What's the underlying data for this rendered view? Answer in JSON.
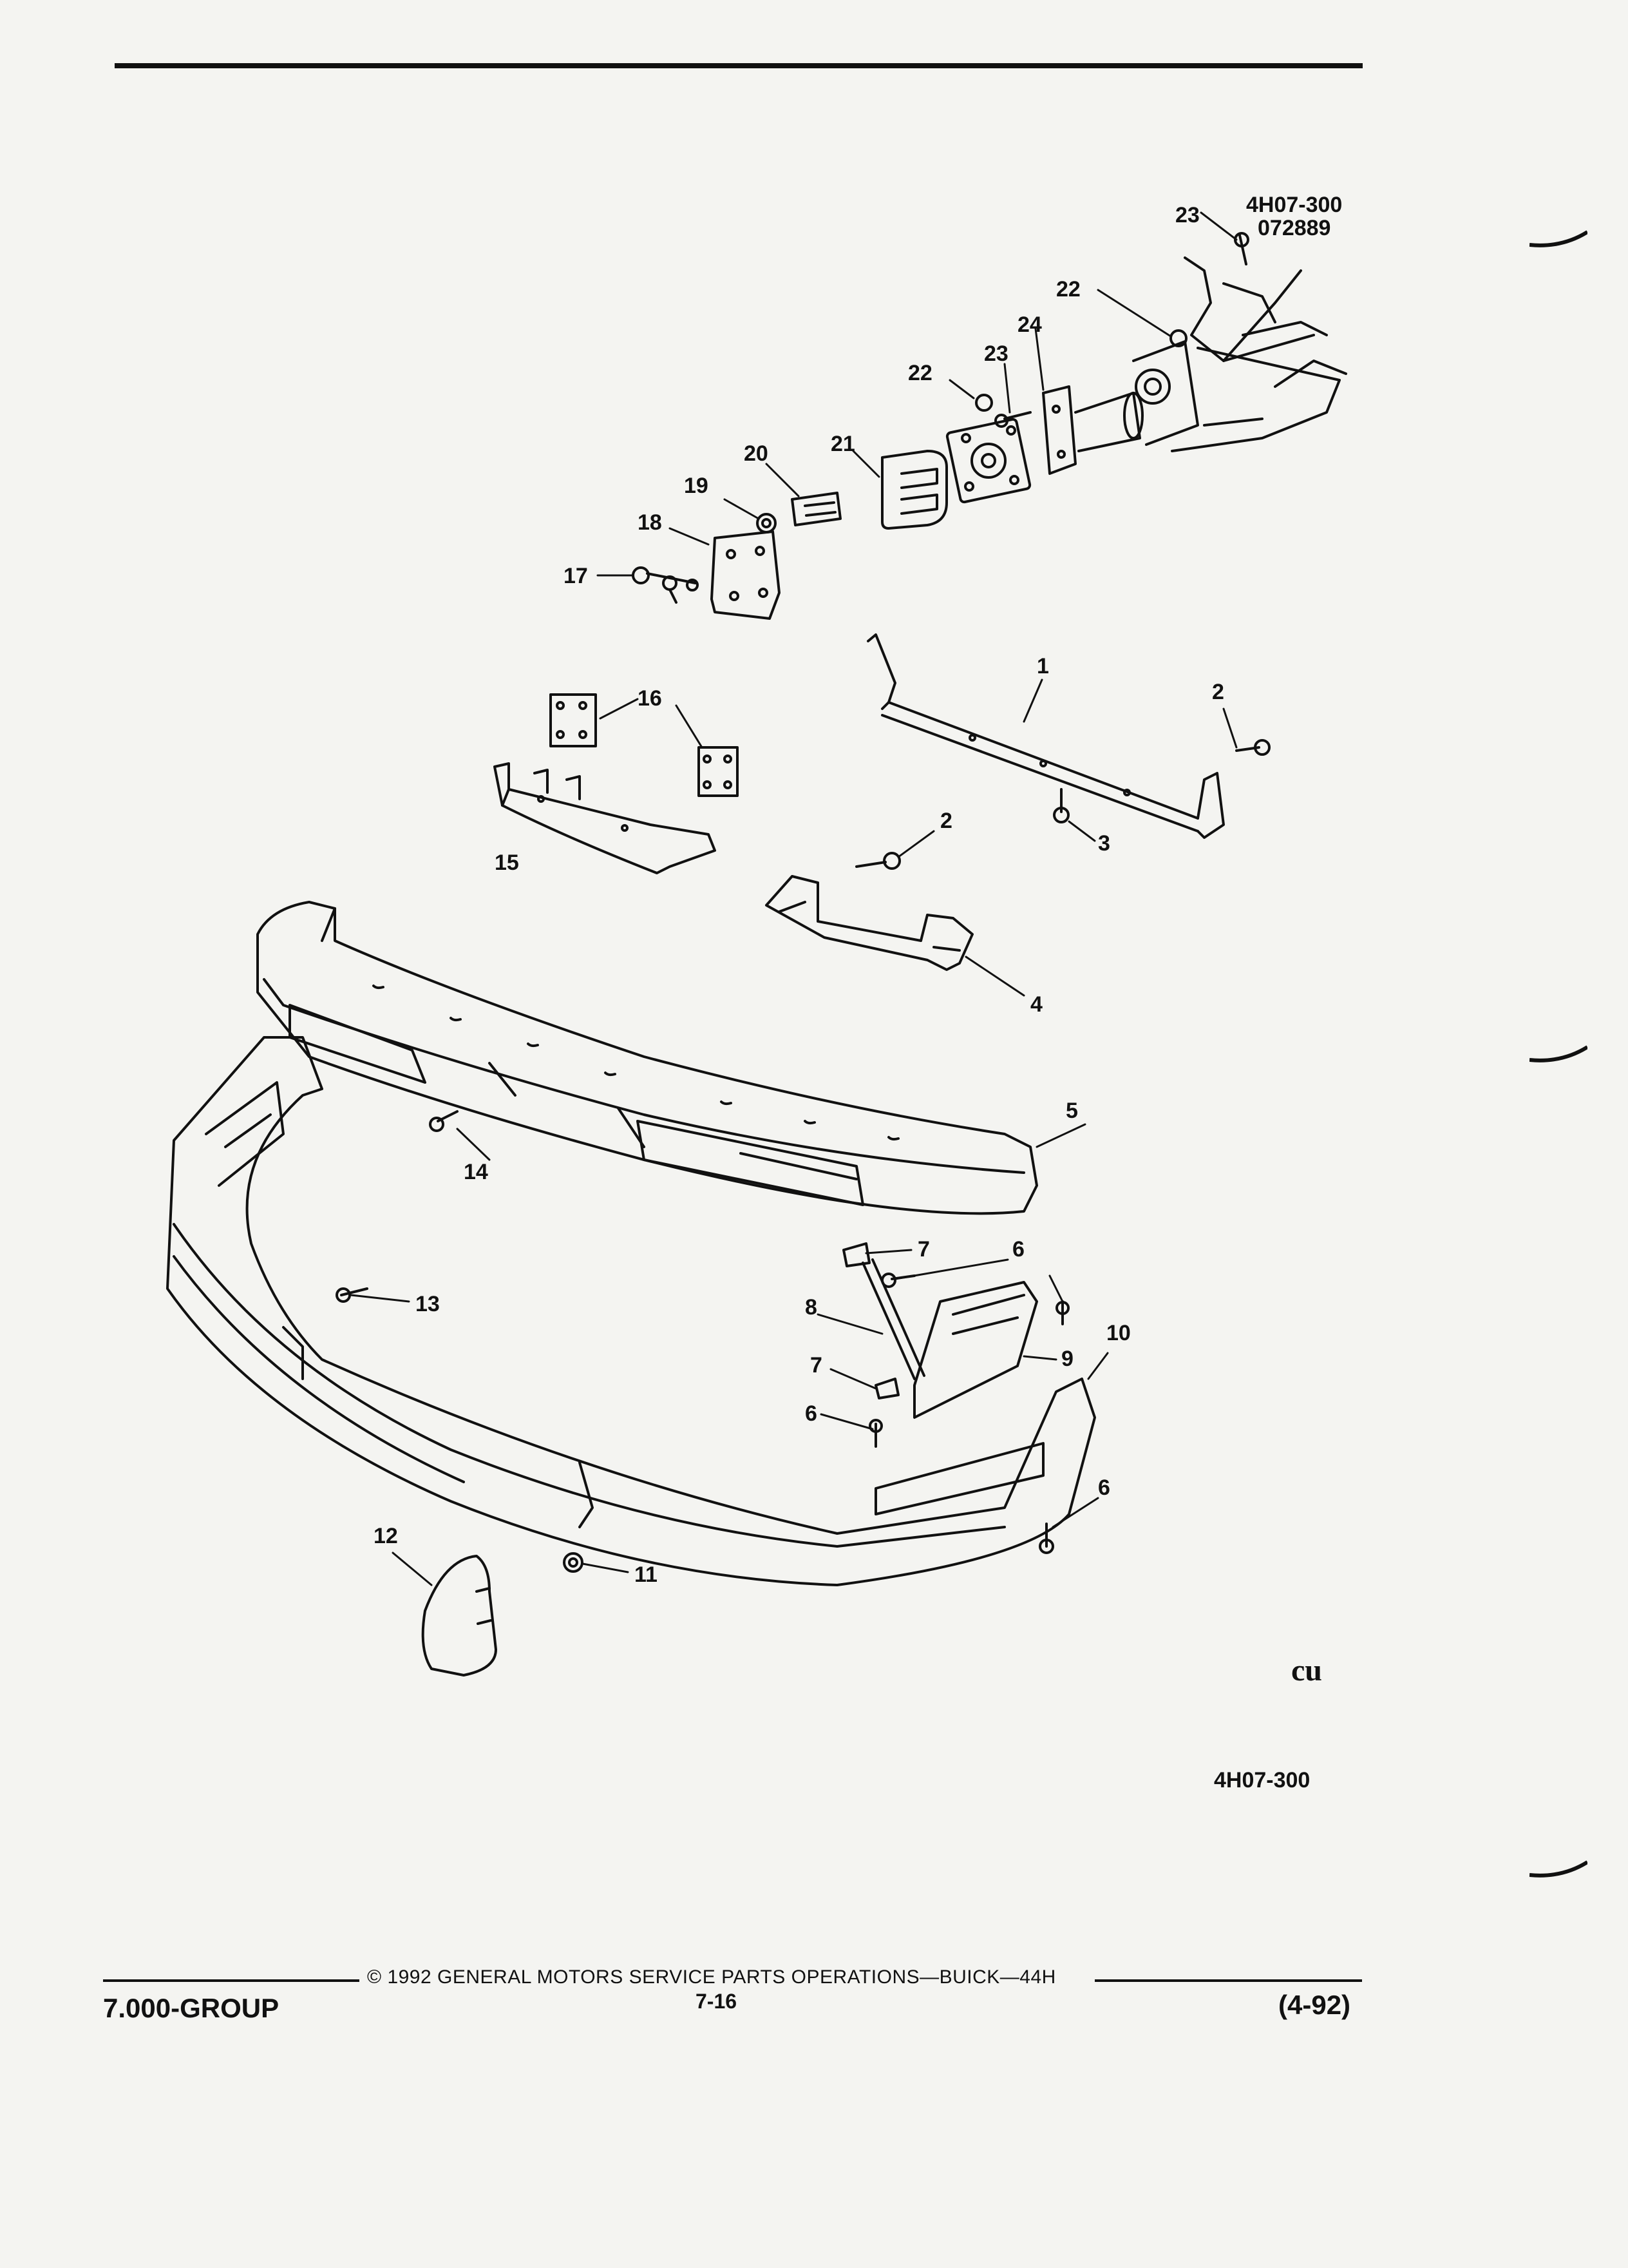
{
  "header": {
    "ref_code": "4H07-300",
    "ref_date": "072889"
  },
  "figure_code": "4H07-300",
  "callouts": {
    "c1": "1",
    "c2a": "2",
    "c2b": "2",
    "c3": "3",
    "c4": "4",
    "c5": "5",
    "c6a": "6",
    "c6b": "6",
    "c6c": "6",
    "c7a": "7",
    "c7b": "7",
    "c8": "8",
    "c9": "9",
    "c10": "10",
    "c11": "11",
    "c12": "12",
    "c13": "13",
    "c14": "14",
    "c15": "15",
    "c16": "16",
    "c17": "17",
    "c18": "18",
    "c19": "19",
    "c20": "20",
    "c21": "21",
    "c22a": "22",
    "c22b": "22",
    "c23a": "23",
    "c23b": "23",
    "c24": "24"
  },
  "logo_text": "cu",
  "footer": {
    "group": "7.000-GROUP",
    "copyright": "© 1992 GENERAL MOTORS SERVICE PARTS OPERATIONS—BUICK—44H",
    "page": "7-16",
    "revision": "(4-92)"
  }
}
